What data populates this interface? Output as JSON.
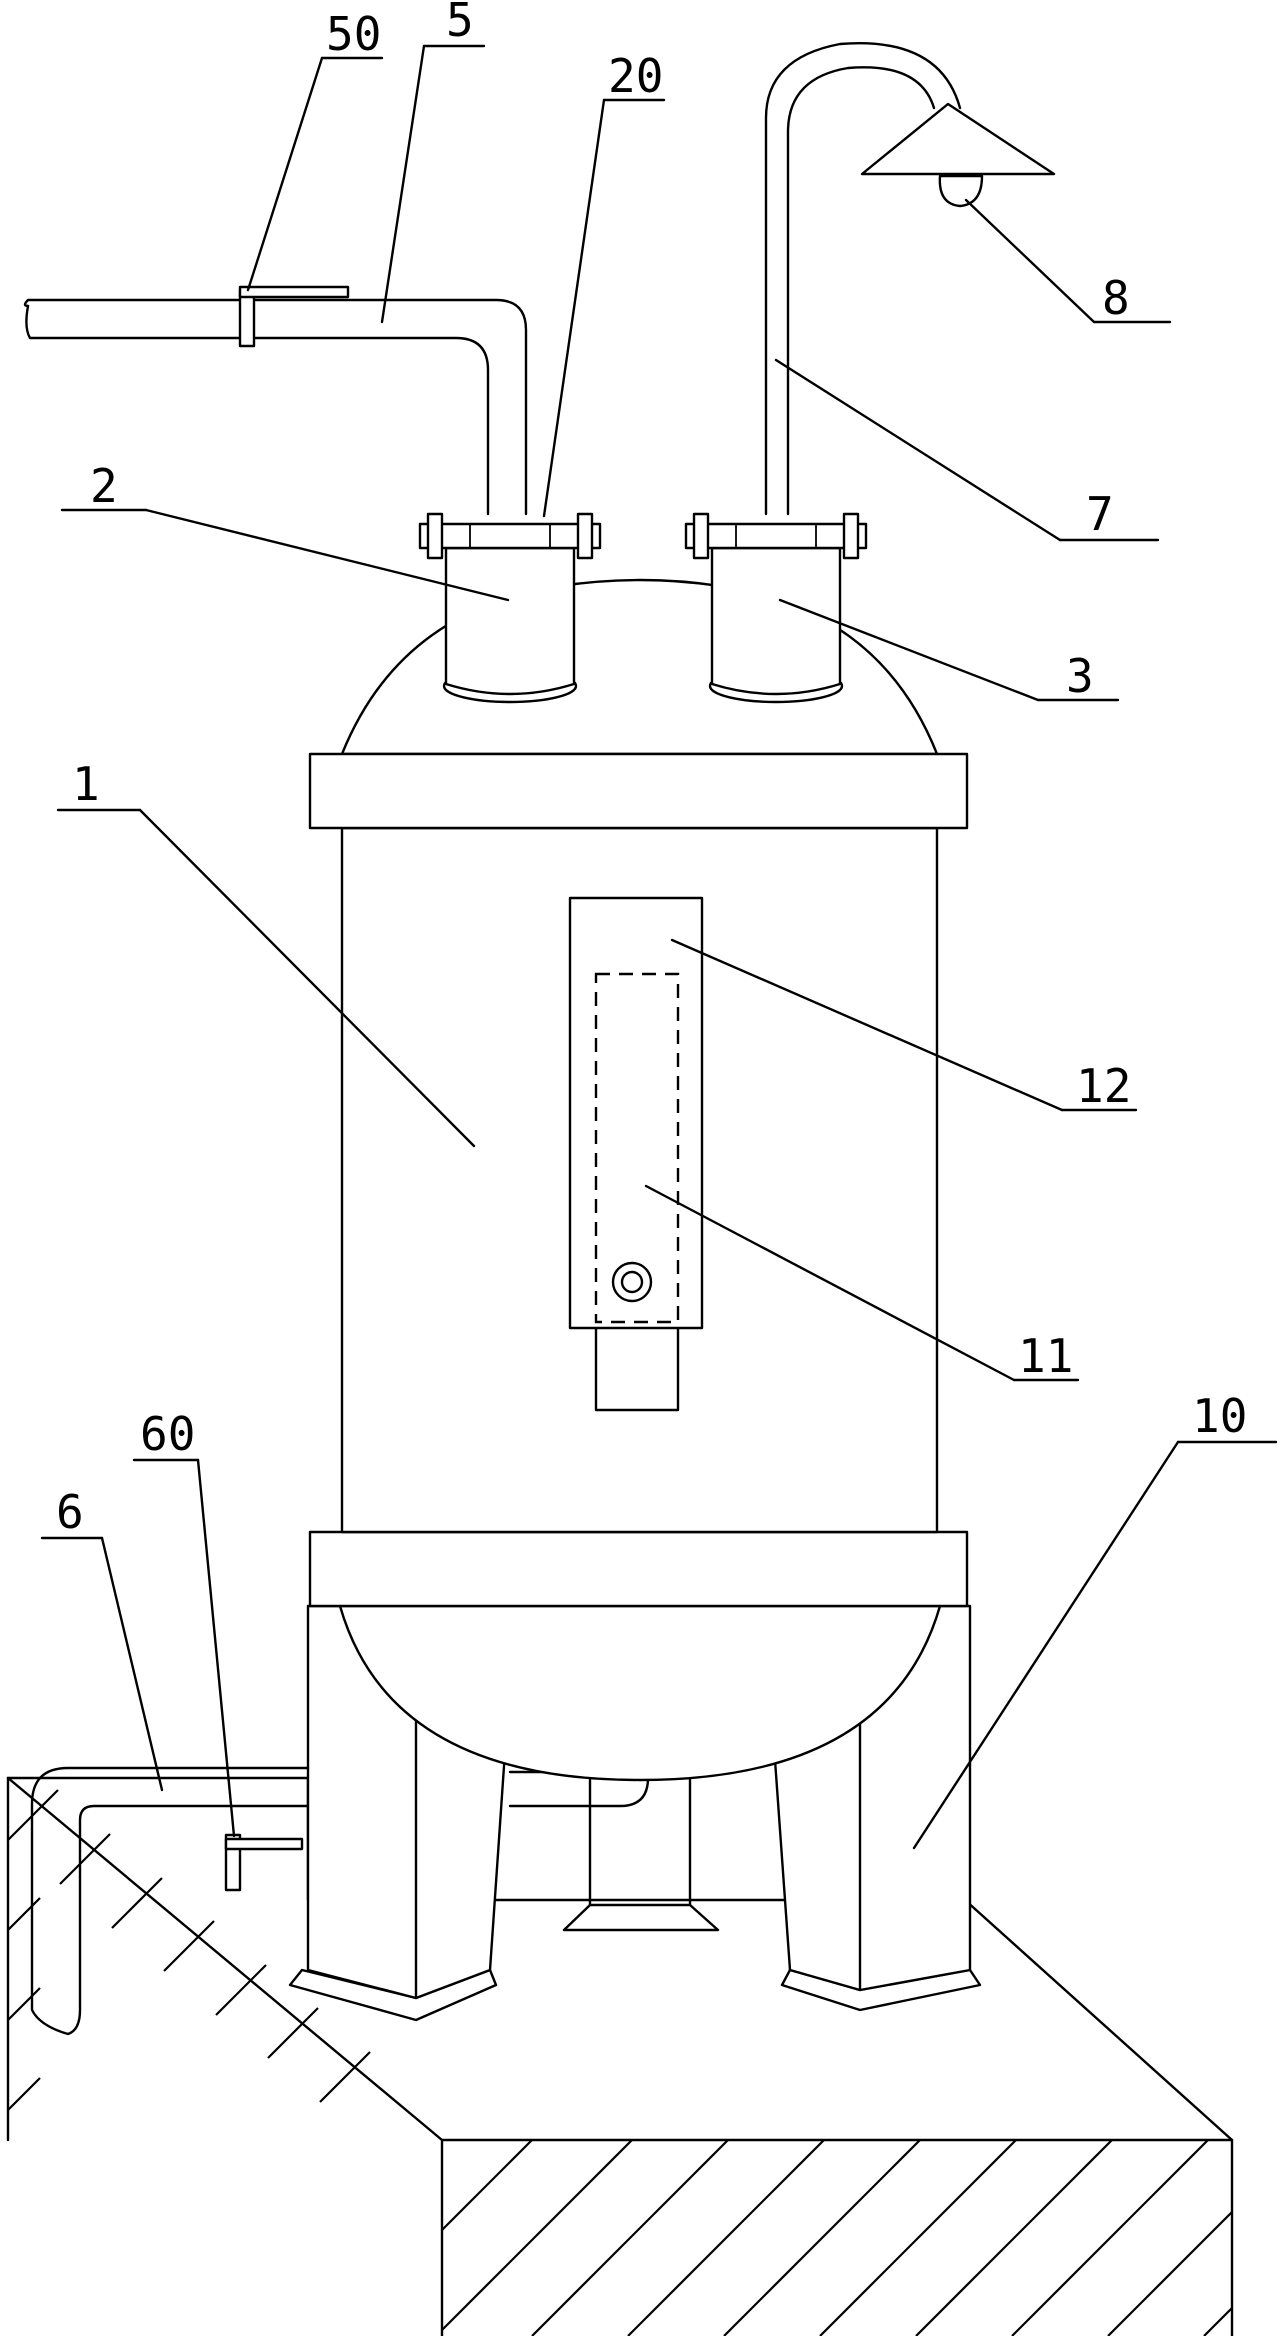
{
  "labels": {
    "l50": "50",
    "l5": "5",
    "l20": "20",
    "l2": "2",
    "l3": "3",
    "l7": "7",
    "l8": "8",
    "l1": "1",
    "l12": "12",
    "l11": "11",
    "l10": "10",
    "l60": "60",
    "l6": "6"
  }
}
